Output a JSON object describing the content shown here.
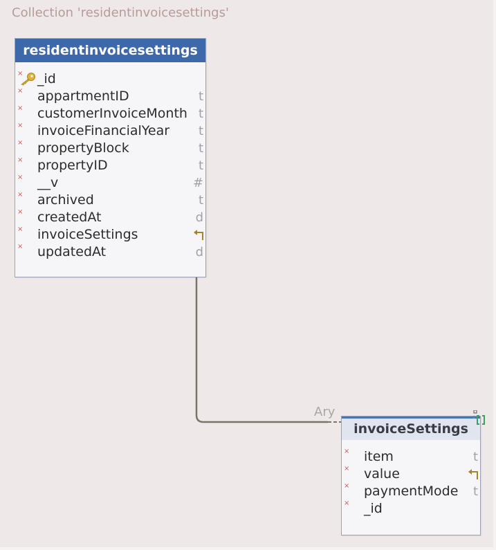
{
  "collection_title": "Collection 'residentinvoicesettings'",
  "main_entity": {
    "name": "residentinvoicesettings",
    "fields": [
      {
        "name": "_id",
        "type": "",
        "primary_key": true
      },
      {
        "name": "appartmentID",
        "type": "t"
      },
      {
        "name": "customerInvoiceMonth",
        "type": "t"
      },
      {
        "name": "invoiceFinancialYear",
        "type": "t"
      },
      {
        "name": "propertyBlock",
        "type": "t"
      },
      {
        "name": "propertyID",
        "type": "t"
      },
      {
        "name": "__v",
        "type": "#"
      },
      {
        "name": "archived",
        "type": "t"
      },
      {
        "name": "createdAt",
        "type": "d"
      },
      {
        "name": "invoiceSettings",
        "type": "",
        "icon": "nested-document-icon"
      },
      {
        "name": "updatedAt",
        "type": "d"
      }
    ]
  },
  "sub_entity": {
    "name": "invoiceSettings",
    "fields": [
      {
        "name": "item",
        "type": "t"
      },
      {
        "name": "value",
        "type": "",
        "icon": "nested-document-icon"
      },
      {
        "name": "paymentMode",
        "type": "t"
      },
      {
        "name": "_id",
        "type": ""
      }
    ]
  },
  "relationship": {
    "label": "Ary"
  },
  "colors": {
    "main_header": "#3d69aa",
    "sub_header": "#e1e5f0",
    "required_marker": "#cf5a5a",
    "connector": "#7a7468"
  }
}
